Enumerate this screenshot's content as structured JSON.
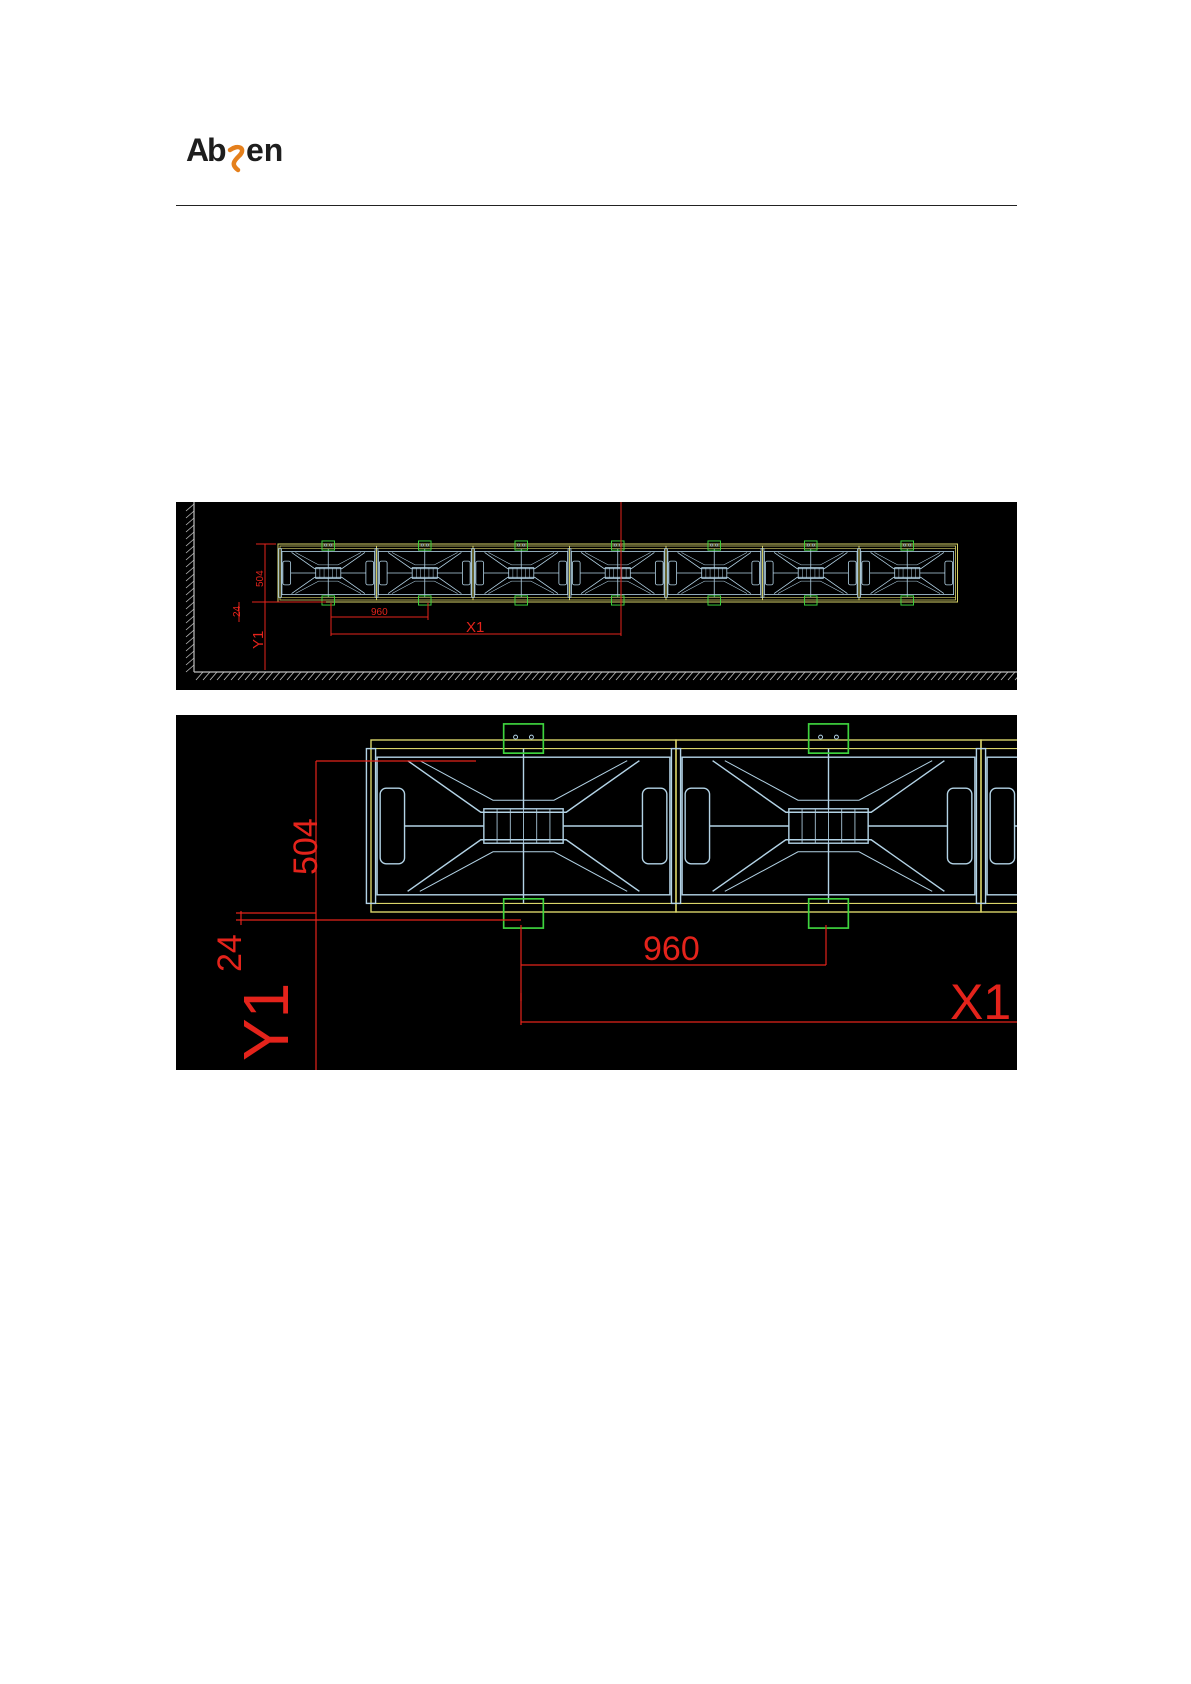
{
  "header": {
    "logo_text": "Absen",
    "logo_color": "#1e1e1e",
    "logo_accent_color": "#e5801c"
  },
  "figure_overview": {
    "background": "#000000",
    "cabinet_count": 7,
    "dims": {
      "height": "504",
      "gap": "24",
      "pitch": "960",
      "x_ref": "X1",
      "y_ref": "Y1"
    }
  },
  "figure_detail": {
    "background": "#000000",
    "dims": {
      "height": "504",
      "gap": "24",
      "pitch": "960",
      "x_ref": "X1",
      "y_ref": "Y1"
    }
  },
  "colors": {
    "cabinet_line": "#b3d3e6",
    "frame_line": "#d9d46a",
    "bracket": "#3ed33e",
    "dimension": "#e4231b",
    "ground": "#bdbdbd"
  }
}
